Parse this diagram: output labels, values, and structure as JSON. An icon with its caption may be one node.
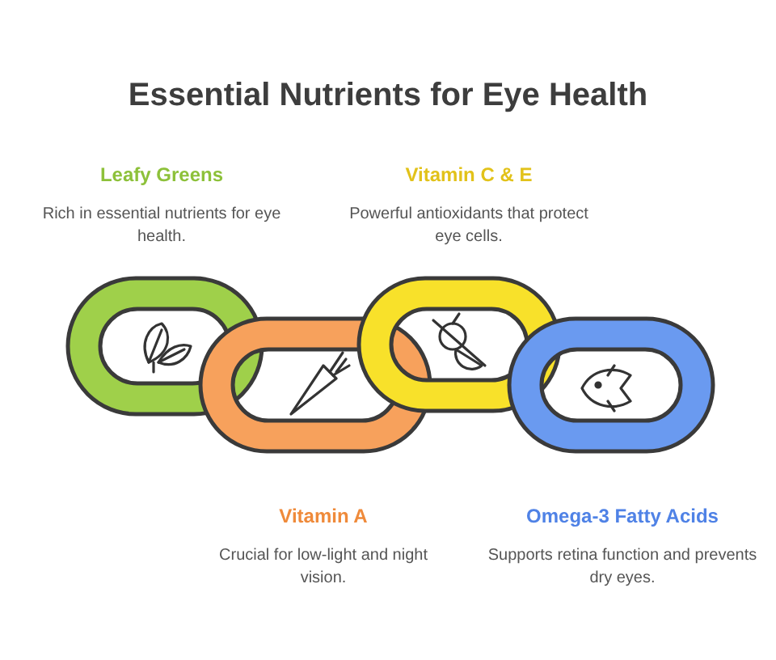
{
  "diagram": {
    "title": "Essential Nutrients for Eye Health",
    "labels": [
      "Leafy Greens",
      "Rich in essential nutrients for eye health.",
      "Vitamin C & E",
      "Powerful antioxidants that protect eye cells.",
      "Vitamin A",
      "Crucial for low-light and night vision.",
      "Omega-3 Fatty Acids",
      "Supports retina function and prevents dry eyes."
    ]
  }
}
